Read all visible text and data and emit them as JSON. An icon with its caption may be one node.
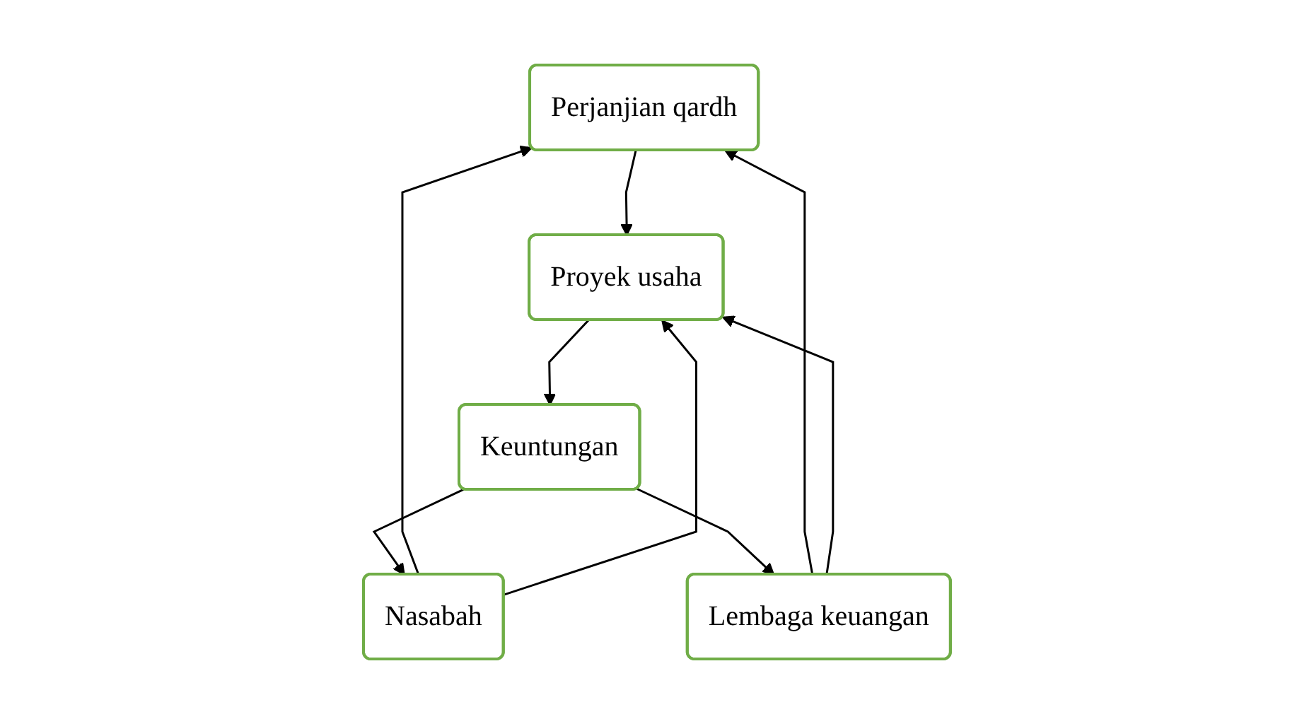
{
  "diagram": {
    "nodes": [
      {
        "text": [
          "Perjanjian qardh"
        ]
      },
      {
        "text": [
          "Nasabah"
        ]
      },
      {
        "text": [
          "Lembaga keuangan"
        ]
      },
      {
        "text": [
          "Proyek usaha"
        ]
      },
      {
        "text": [
          "Keuntungan"
        ]
      }
    ],
    "edges": [
      {
        "from": 1,
        "to": 0,
        "arrow": "to"
      },
      {
        "from": 2,
        "to": 0,
        "arrow": "to"
      },
      {
        "from": 0,
        "to": 3,
        "arrow": "to"
      },
      {
        "from": 1,
        "to": 3,
        "arrow": "to"
      },
      {
        "from": 2,
        "to": 3,
        "arrow": "to"
      },
      {
        "from": 3,
        "to": 4,
        "arrow": "to"
      },
      {
        "from": 4,
        "to": 1,
        "arrow": "to"
      },
      {
        "from": 4,
        "to": 2,
        "arrow": "to"
      }
    ]
  }
}
